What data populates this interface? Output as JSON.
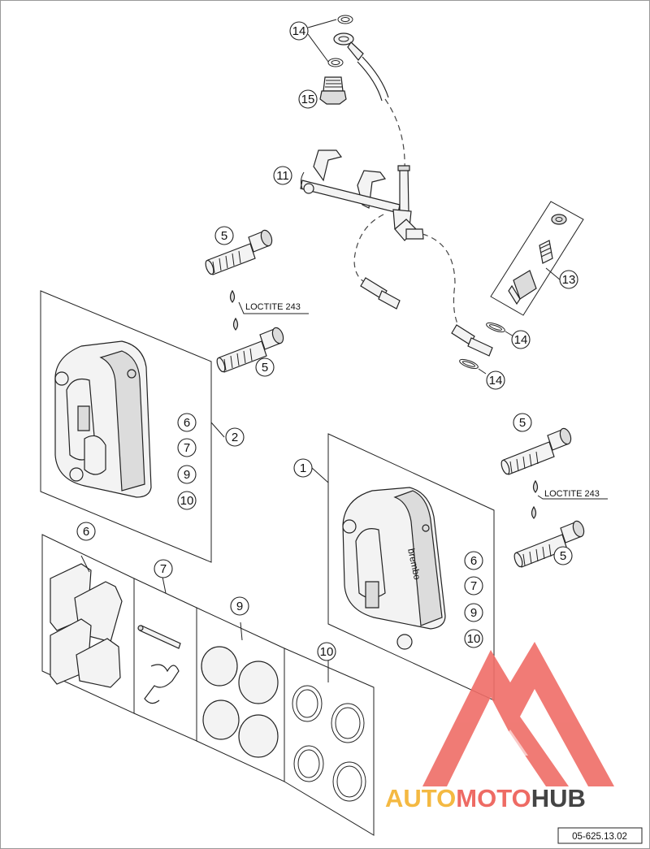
{
  "callouts": [
    {
      "id": "c14a",
      "text": "14"
    },
    {
      "id": "c15",
      "text": "15"
    },
    {
      "id": "c11",
      "text": "11"
    },
    {
      "id": "c5a",
      "text": "5"
    },
    {
      "id": "c5b",
      "text": "5"
    },
    {
      "id": "c13",
      "text": "13"
    },
    {
      "id": "c14b",
      "text": "14"
    },
    {
      "id": "c14c",
      "text": "14"
    },
    {
      "id": "c2",
      "text": "2"
    },
    {
      "id": "c6a",
      "text": "6"
    },
    {
      "id": "c7a",
      "text": "7"
    },
    {
      "id": "c9a",
      "text": "9"
    },
    {
      "id": "c10a",
      "text": "10"
    },
    {
      "id": "c1",
      "text": "1"
    },
    {
      "id": "c6b",
      "text": "6"
    },
    {
      "id": "c7b",
      "text": "7"
    },
    {
      "id": "c9b",
      "text": "9"
    },
    {
      "id": "c10b",
      "text": "10"
    },
    {
      "id": "c5c",
      "text": "5"
    },
    {
      "id": "c5d",
      "text": "5"
    },
    {
      "id": "c6c",
      "text": "6"
    },
    {
      "id": "c7c",
      "text": "7"
    },
    {
      "id": "c9c",
      "text": "9"
    },
    {
      "id": "c10c",
      "text": "10"
    }
  ],
  "loctite_labels": [
    "LOCTITE 243",
    "LOCTITE 243"
  ],
  "caliper_brand": "brembo",
  "reference_number": "05-625.13.02",
  "watermark": {
    "part1": "AUTO",
    "part2": "MOTO",
    "part3": "HUB",
    "color1": "#f4b942",
    "color2": "#ee6b64",
    "color3": "#444444"
  },
  "colors": {
    "line": "#222222",
    "logo_triangle": "#ef6d67"
  }
}
